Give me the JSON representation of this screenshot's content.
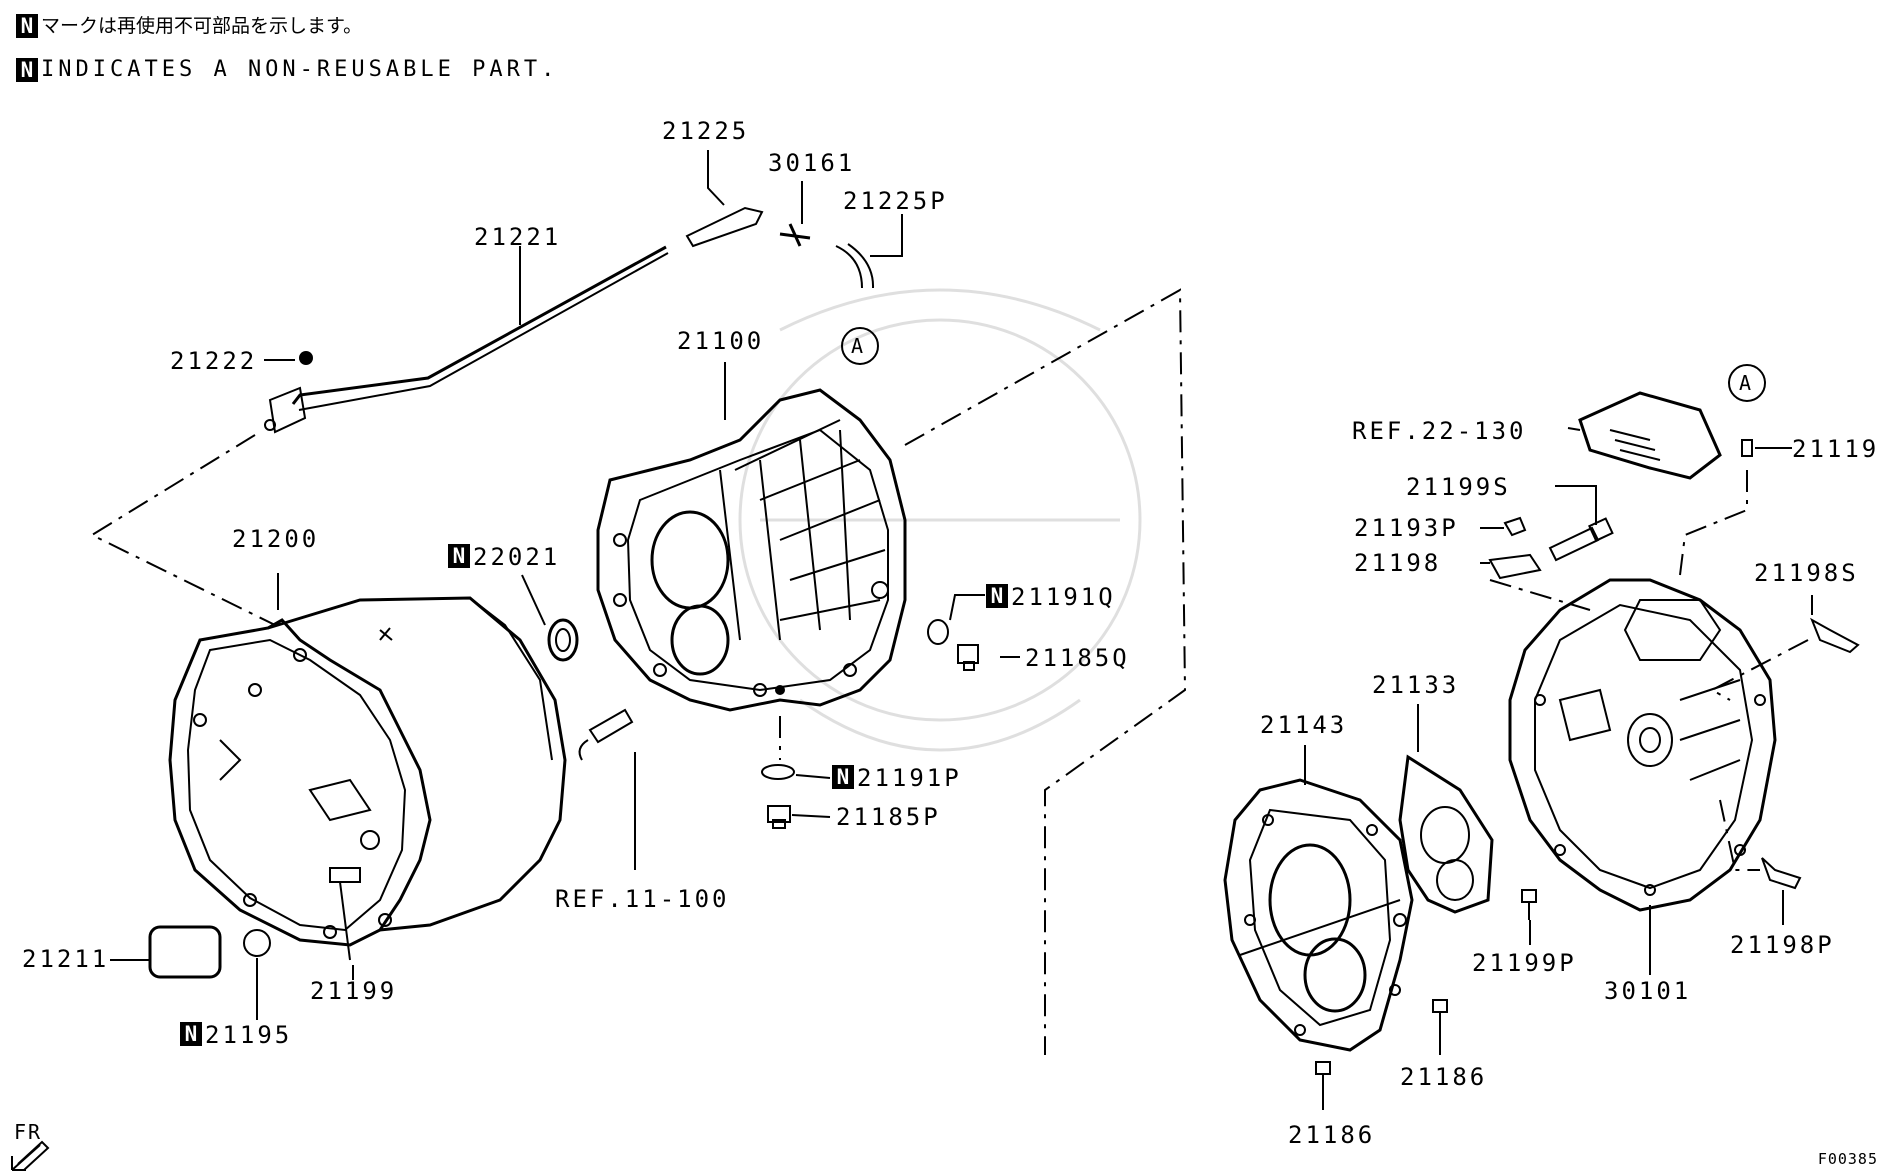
{
  "legend": {
    "japanese": "マークは再使用不可部品を示します。",
    "english": "INDICATES A NON-REUSABLE PART.",
    "marker": "N"
  },
  "parts": [
    {
      "id": "21225",
      "n": false
    },
    {
      "id": "30161",
      "n": false
    },
    {
      "id": "21225P",
      "n": false
    },
    {
      "id": "21221",
      "n": false
    },
    {
      "id": "21222",
      "n": false
    },
    {
      "id": "21100",
      "n": false
    },
    {
      "id": "21200",
      "n": false
    },
    {
      "id": "22021",
      "n": true
    },
    {
      "id": "21191Q",
      "n": true
    },
    {
      "id": "21185Q",
      "n": false
    },
    {
      "id": "21191P",
      "n": true
    },
    {
      "id": "21185P",
      "n": false
    },
    {
      "id": "REF.11-100",
      "n": false
    },
    {
      "id": "21211",
      "n": false
    },
    {
      "id": "21199",
      "n": false
    },
    {
      "id": "21195",
      "n": true
    },
    {
      "id": "REF.22-130",
      "n": false
    },
    {
      "id": "21119",
      "n": false
    },
    {
      "id": "21199S",
      "n": false
    },
    {
      "id": "21193P",
      "n": false
    },
    {
      "id": "21198",
      "n": false
    },
    {
      "id": "21198S",
      "n": false
    },
    {
      "id": "21133",
      "n": false
    },
    {
      "id": "21143",
      "n": false
    },
    {
      "id": "21199P",
      "n": false
    },
    {
      "id": "30101",
      "n": false
    },
    {
      "id": "21198P",
      "n": false
    },
    {
      "id": "21186",
      "n": false
    },
    {
      "id": "21186",
      "n": false
    }
  ],
  "circle_refs": [
    "A",
    "A"
  ],
  "direction_label": "FR",
  "figure_ref": "F00385"
}
